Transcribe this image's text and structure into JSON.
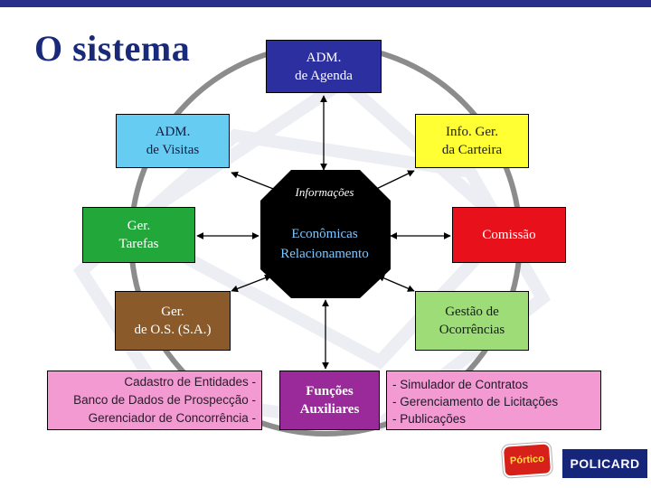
{
  "title": "O sistema",
  "hub": {
    "label": "Informações",
    "lines": [
      "Econômicas",
      "Relacionamento"
    ]
  },
  "nodes": {
    "agenda": [
      "ADM.",
      "de Agenda"
    ],
    "visitas": [
      "ADM.",
      "de Visitas"
    ],
    "carteira": [
      "Info. Ger.",
      "da Carteira"
    ],
    "tarefas": [
      "Ger.",
      "Tarefas"
    ],
    "comissao": [
      "Comissão"
    ],
    "os": [
      "Ger.",
      "de O.S. (S.A.)"
    ],
    "ocorrencias": [
      "Gestão de",
      "Ocorrências"
    ],
    "funcoes": [
      "Funções",
      "Auxiliares"
    ]
  },
  "cadastro_lines": [
    "Cadastro de Entidades -",
    "Banco de Dados de Prospecção -",
    "Gerenciador de Concorrência -"
  ],
  "simulador_lines": [
    "- Simulador de Contratos",
    "- Gerenciamento de Licitações",
    "- Publicações"
  ],
  "logos": {
    "left": "Pórtico",
    "right": "POLICARD"
  },
  "colors": {
    "topbar": "#2b2f8c",
    "agenda": "#2b2fa0",
    "visitas": "#66ccf2",
    "carteira": "#ffff33",
    "tarefas": "#22a83a",
    "comissao": "#e8101a",
    "os": "#8a5a2a",
    "ocorrencias": "#9edc78",
    "pink": "#f49ad2",
    "funcoes": "#9a2a9a",
    "hub": "#000000"
  }
}
